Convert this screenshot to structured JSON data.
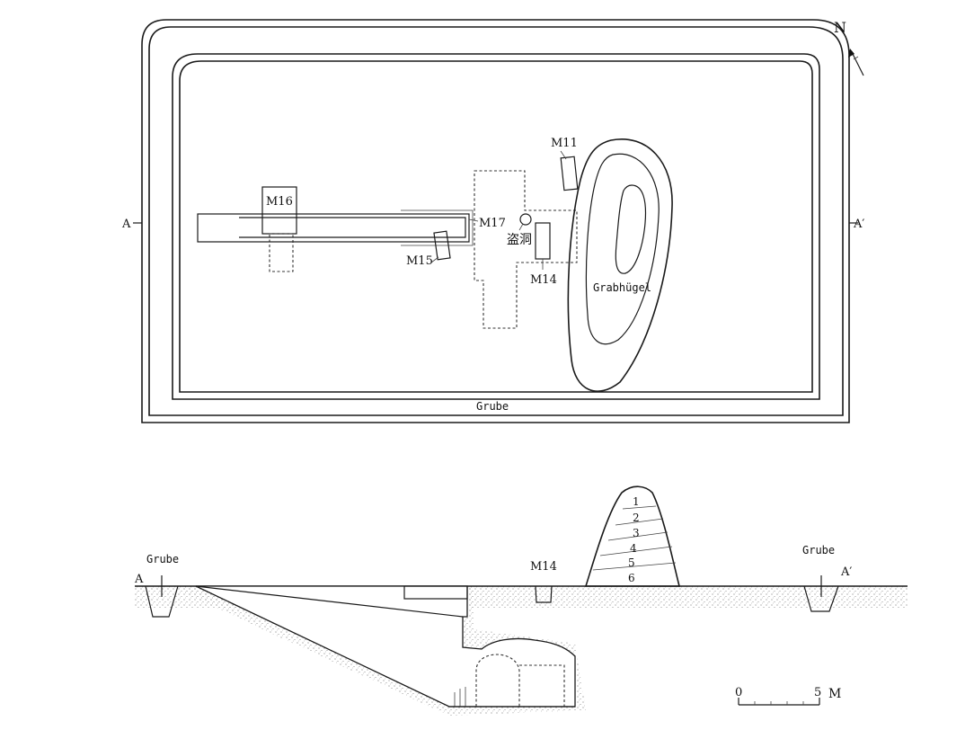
{
  "plan": {
    "north": "N",
    "section_start": "A",
    "section_end": "A′",
    "labels": {
      "m16": "M16",
      "m17": "M17",
      "m15": "M15",
      "m14": "M14",
      "m11": "M11",
      "looting_hole": "盗洞",
      "mound": "Grabhügel",
      "trench": "Grube"
    }
  },
  "section": {
    "start": "A",
    "end": "A′",
    "trench_left": "Grube",
    "trench_right": "Grube",
    "m14": "M14",
    "layers": [
      "1",
      "2",
      "3",
      "4",
      "5",
      "6"
    ]
  },
  "scale_bar": {
    "zero": "0",
    "five": "5",
    "unit": "M"
  }
}
